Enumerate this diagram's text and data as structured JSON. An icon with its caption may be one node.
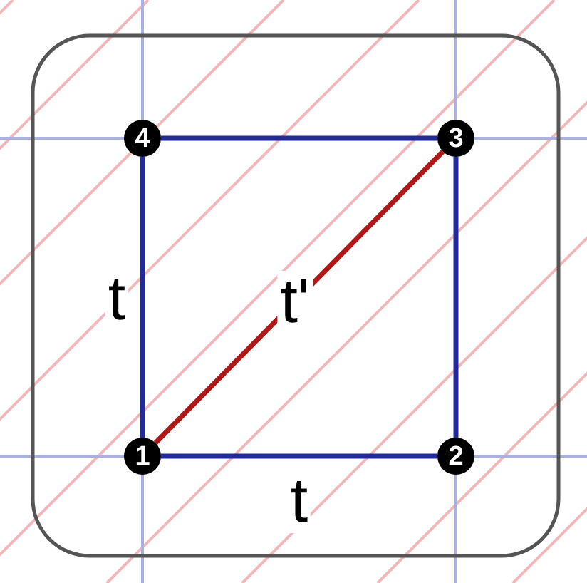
{
  "diagram": {
    "nodes": [
      {
        "text": [
          "4"
        ]
      },
      {
        "text": [
          "3"
        ]
      },
      {
        "text": [
          "1"
        ]
      },
      {
        "text": [
          "2"
        ]
      }
    ],
    "edges": [
      {
        "from": 0,
        "to": 1,
        "arrow": "none"
      },
      {
        "from": 1,
        "to": 3,
        "arrow": "none"
      },
      {
        "from": 2,
        "to": 3,
        "arrow": "none",
        "label": "t"
      },
      {
        "from": 0,
        "to": 2,
        "arrow": "none",
        "label": "t"
      },
      {
        "from": 2,
        "to": 1,
        "arrow": "none",
        "label": "t'",
        "color": "#b01818"
      }
    ]
  }
}
